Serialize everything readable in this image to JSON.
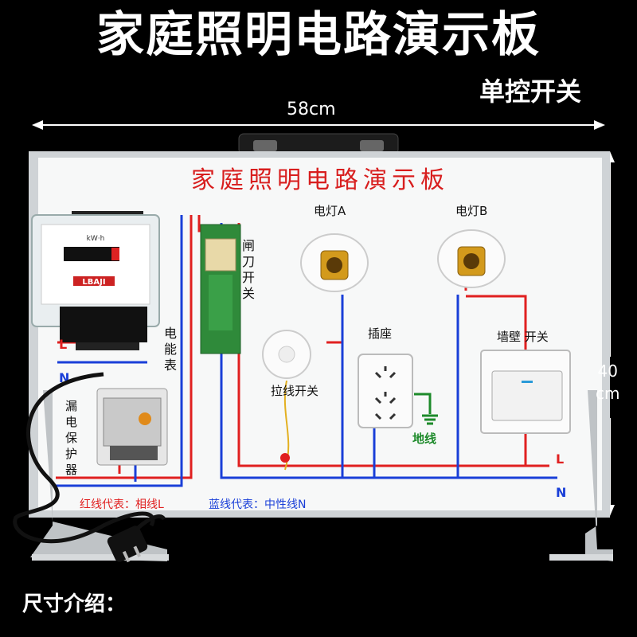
{
  "header": {
    "title": "家庭照明电路演示板",
    "subtitle": "单控开关"
  },
  "dimensions": {
    "width": "58cm",
    "height_value": "40",
    "height_unit": "cm"
  },
  "board": {
    "title": "家庭照明电路演示板",
    "meter_label": "电能表",
    "leakage_label": "漏电保护器",
    "knife_switch_label": "闸刀开关",
    "pull_switch_label": "拉线开关",
    "lamp_a_label": "电灯A",
    "lamp_b_label": "电灯B",
    "socket_label": "插座",
    "wall_switch_label": "墙壁 开关",
    "ground_label": "地线",
    "line_l": "L",
    "line_n": "N",
    "legend_red": "红线代表：相线L",
    "legend_blue": "蓝线代表：中性线N",
    "meter_brand": "LBAJI",
    "meter_unit": "kW·h"
  },
  "footer": {
    "intro": "尺寸介绍："
  },
  "colors": {
    "phase": "#e02020",
    "neutral": "#1a3fd8",
    "ground": "#1d8a2a",
    "title_red": "#d81e1e"
  }
}
